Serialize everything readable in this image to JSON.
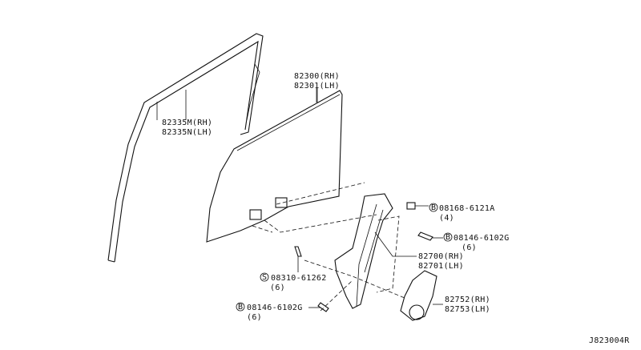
{
  "diagram_id": "J823004R",
  "callouts": {
    "weatherstrip": {
      "rh": "82335M(RH)",
      "lh": "82335N(LH)"
    },
    "glass": {
      "rh": "82300(RH)",
      "lh": "82301(LH)"
    },
    "bolt_top": {
      "prefix": "B",
      "part": "08168-6121A",
      "qty": "(4)"
    },
    "bolt_mid": {
      "prefix": "B",
      "part": "08146-6102G",
      "qty": "(6)"
    },
    "regulator": {
      "rh": "82700(RH)",
      "lh": "82701(LH)"
    },
    "screw": {
      "prefix": "S",
      "part": "08310-61262",
      "qty": "(6)"
    },
    "motor": {
      "rh": "82752(RH)",
      "lh": "82753(LH)"
    },
    "bolt_bottom": {
      "prefix": "B",
      "part": "08146-6102G",
      "qty": "(6)"
    }
  }
}
